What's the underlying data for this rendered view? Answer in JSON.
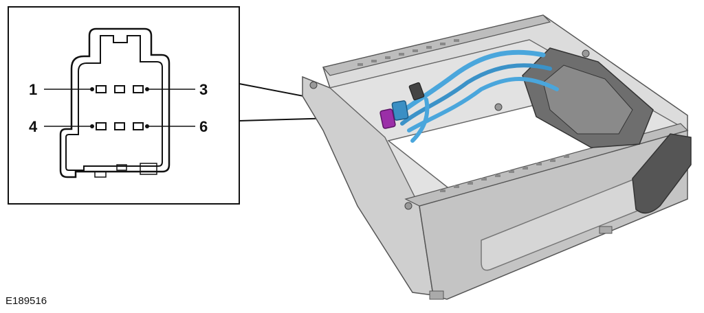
{
  "connector_view": {
    "pin_labels": {
      "pin1": "1",
      "pin3": "3",
      "pin4": "4",
      "pin6": "6"
    }
  },
  "figure_id": "E189516",
  "colors": {
    "harness_blue": "#4aa6dc",
    "connector_purple": "#9b2fa8",
    "frame_gray": "#c9c9c9"
  }
}
